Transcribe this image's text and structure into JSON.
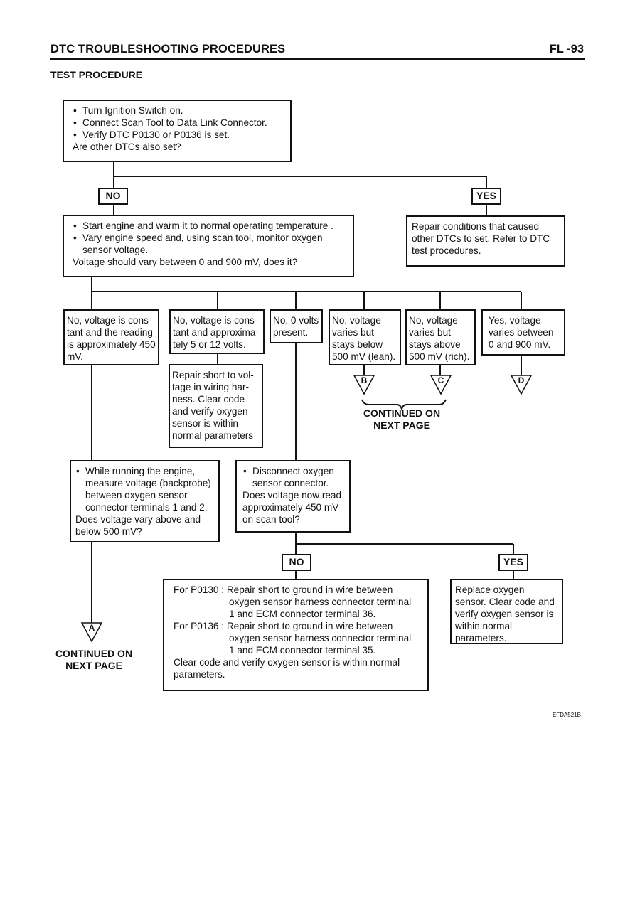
{
  "header": {
    "title": "DTC TROUBLESHOOTING PROCEDURES",
    "page": "FL -93",
    "subtitle": "TEST PROCEDURE"
  },
  "boxes": {
    "start": {
      "bullets": [
        "Turn Ignition Switch on.",
        "Connect Scan Tool to Data Link Connector.",
        "Verify DTC P0130 or P0136 is set."
      ],
      "question": "Are other DTCs also set?"
    },
    "warm": {
      "bullets": [
        "Start engine and warm it to normal operating temperature .",
        "Vary engine speed and, using scan tool, monitor oxygen sensor voltage."
      ],
      "question": "Voltage should vary between 0 and 900 mV, does it?"
    },
    "repair_other": "Repair conditions that caused other DTCs to set. Refer to DTC test procedures.",
    "branch1": "No, voltage is cons-tant and the reading is approximately 450 mV.",
    "branch2": "No, voltage is cons-tant and approxima-tely 5 or 12 volts.",
    "branch3": "No, 0 volts present.",
    "branch4": "No, voltage varies but stays below 500 mV (lean).",
    "branch5": "No, voltage varies but stays above 500 mV (rich).",
    "branch6": "Yes, voltage varies between 0 and 900 mV.",
    "repair_short_voltage": "Repair short to vol-tage in wiring har-ness. Clear code and verify oxygen sensor is within normal parameters",
    "backprobe": {
      "bullet": "While running the engine, measure voltage (backprobe) between oxygen sensor connector terminals 1 and 2.",
      "question": "Does voltage vary above and below 500 mV?"
    },
    "disconnect": {
      "bullet": "Disconnect oxygen sensor connector.",
      "question": "Does voltage now read approximately 450 mV on scan tool?"
    },
    "repair_ground": {
      "p0130_label": "For P0130 :",
      "p0130_line1": "Repair short to ground in wire between",
      "p0130_line2": "oxygen sensor harness connector terminal",
      "p0130_line3": "1 and ECM connector terminal 36.",
      "p0136_label": "For P0136 :",
      "p0136_line1": "Repair short to ground in wire between",
      "p0136_line2": "oxygen sensor harness connector terminal",
      "p0136_line3": "1 and ECM connector terminal 35.",
      "footer": "Clear code and verify oxygen sensor is within normal parameters."
    },
    "replace_sensor": "Replace oxygen sensor. Clear code and verify oxygen sensor is within normal parameters."
  },
  "tags": {
    "no": "NO",
    "yes": "YES"
  },
  "connectors": {
    "a": "A",
    "b": "B",
    "c": "C",
    "d": "D"
  },
  "continued": [
    "CONTINUED ON",
    "NEXT PAGE"
  ],
  "figure_id": "EFDA521B"
}
